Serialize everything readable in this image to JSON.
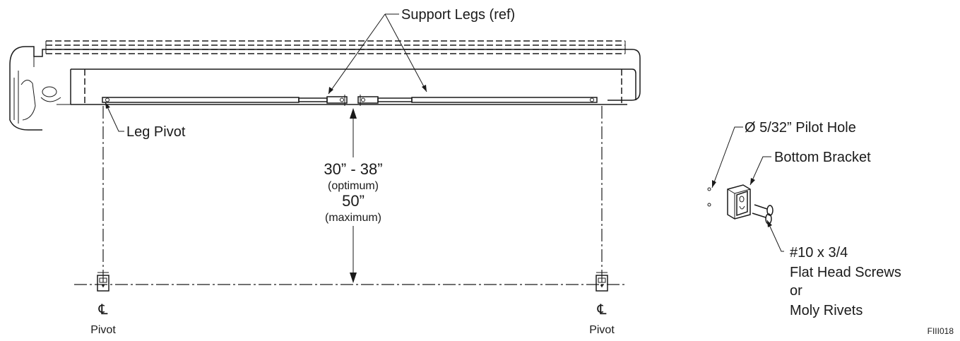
{
  "labels": {
    "support_legs": "Support Legs (ref)",
    "leg_pivot": "Leg Pivot",
    "dim_optimum_value": "30” - 38”",
    "dim_optimum_note": "(optimum)",
    "dim_maximum_value": "50”",
    "dim_maximum_note": "(maximum)",
    "centerline_symbol": "℄",
    "pivot_left": "Pivot",
    "pivot_right": "Pivot",
    "pilot_hole": "Ø 5/32” Pilot Hole",
    "bottom_bracket": "Bottom Bracket",
    "screws_line1": "#10 x 3/4",
    "screws_line2": "Flat Head Screws",
    "screws_line3": "or",
    "screws_line4": "Moly Rivets",
    "figure_code": "FIII018"
  },
  "colors": {
    "line": "#1a1a1a",
    "background": "#ffffff"
  }
}
